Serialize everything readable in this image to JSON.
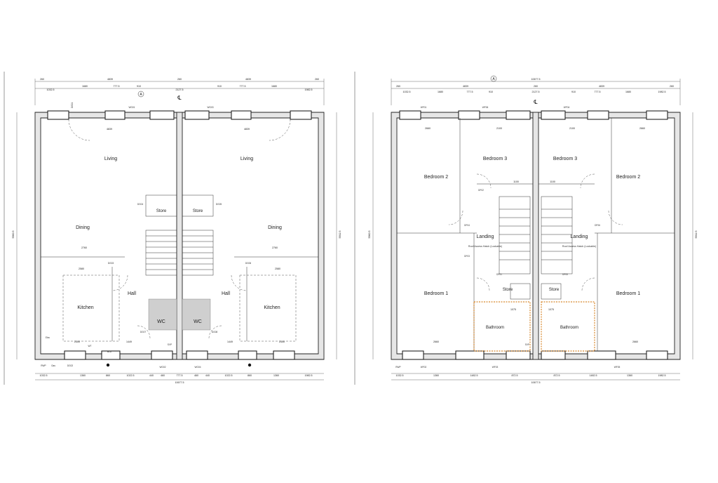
{
  "ground_floor": {
    "rooms_left": [
      {
        "key": "living_l",
        "label": "Living"
      },
      {
        "key": "dining_l",
        "label": "Dining"
      },
      {
        "key": "kitchen_l",
        "label": "Kitchen"
      },
      {
        "key": "hall_l",
        "label": "Hall"
      },
      {
        "key": "store_l",
        "label": "Store"
      },
      {
        "key": "wc_l",
        "label": "WC"
      }
    ],
    "rooms_right": [
      {
        "key": "living_r",
        "label": "Living"
      },
      {
        "key": "dining_r",
        "label": "Dining"
      },
      {
        "key": "kitchen_r",
        "label": "Kitchen"
      },
      {
        "key": "hall_r",
        "label": "Hall"
      },
      {
        "key": "store_r",
        "label": "Store"
      },
      {
        "key": "wc_r",
        "label": "WC"
      }
    ],
    "top_dims_outer": [
      "260",
      "4839",
      "260",
      "4839",
      "260"
    ],
    "top_dims_inner": [
      "1032.5",
      "1680",
      "777.5",
      "910",
      "2127.5",
      "910",
      "777.5",
      "1680",
      "1982.5"
    ],
    "bottom_dims": [
      "1032.5",
      "1360",
      "860",
      "1022.5",
      "440",
      "460",
      "777.5",
      "460",
      "440",
      "1022.5",
      "860",
      "1360",
      "1982.5"
    ],
    "overall_width": "10677.5",
    "side_dims": [
      "5960.5",
      "5932.5"
    ],
    "inner_dims": [
      "4839",
      "4839",
      "2760",
      "2760",
      "2580",
      "2580",
      "1449",
      "1449",
      "2300",
      "2300"
    ],
    "section_marker": "A",
    "centreline": "℄",
    "tags": [
      "WG01",
      "WG02",
      "WG03",
      "WG04",
      "DG01",
      "DG02",
      "DG03",
      "DG04",
      "DG05",
      "DG06",
      "DG07",
      "DG08",
      "SVP",
      "RWP",
      "BLD",
      "WT",
      "Gas",
      "Elec"
    ]
  },
  "first_floor": {
    "rooms_left": [
      {
        "key": "bed2_l",
        "label": "Bedroom 2"
      },
      {
        "key": "bed3_l",
        "label": "Bedroom 3"
      },
      {
        "key": "landing_l",
        "label": "Landing"
      },
      {
        "key": "bed1_l",
        "label": "Bedroom 1"
      },
      {
        "key": "store_l",
        "label": "Store"
      },
      {
        "key": "bath_l",
        "label": "Bathroom"
      }
    ],
    "rooms_right": [
      {
        "key": "bed3_r",
        "label": "Bedroom 3"
      },
      {
        "key": "bed2_r",
        "label": "Bedroom 2"
      },
      {
        "key": "landing_r",
        "label": "Landing"
      },
      {
        "key": "bed1_r",
        "label": "Bedroom 1"
      },
      {
        "key": "store_r",
        "label": "Store"
      },
      {
        "key": "bath_r",
        "label": "Bathroom"
      }
    ],
    "roof_hatch_note": "Roof Access Hatch (Lockable)",
    "top_dims_outer": [
      "260",
      "4839",
      "260",
      "4839",
      "260"
    ],
    "top_dims_inner": [
      "1032.5",
      "1680",
      "777.5",
      "910",
      "2127.5",
      "910",
      "777.5",
      "1680",
      "1982.5"
    ],
    "bottom_dims": [
      "1032.5",
      "1360",
      "1482.5",
      "872.5",
      "872.5",
      "1482.5",
      "1360",
      "1982.5"
    ],
    "overall_width": "10677.5",
    "inner_dims": [
      "2660",
      "2100",
      "2100",
      "2660",
      "1100",
      "1100",
      "2660",
      "2660",
      "1075",
      "1075"
    ],
    "section_marker": "A",
    "centreline": "℄",
    "tags": [
      "WF01",
      "WF02",
      "WF03",
      "WF04",
      "WF05",
      "WF06",
      "DF01",
      "DF02",
      "DF03",
      "DF04",
      "DF05",
      "DF06",
      "SVP",
      "RWP"
    ]
  }
}
